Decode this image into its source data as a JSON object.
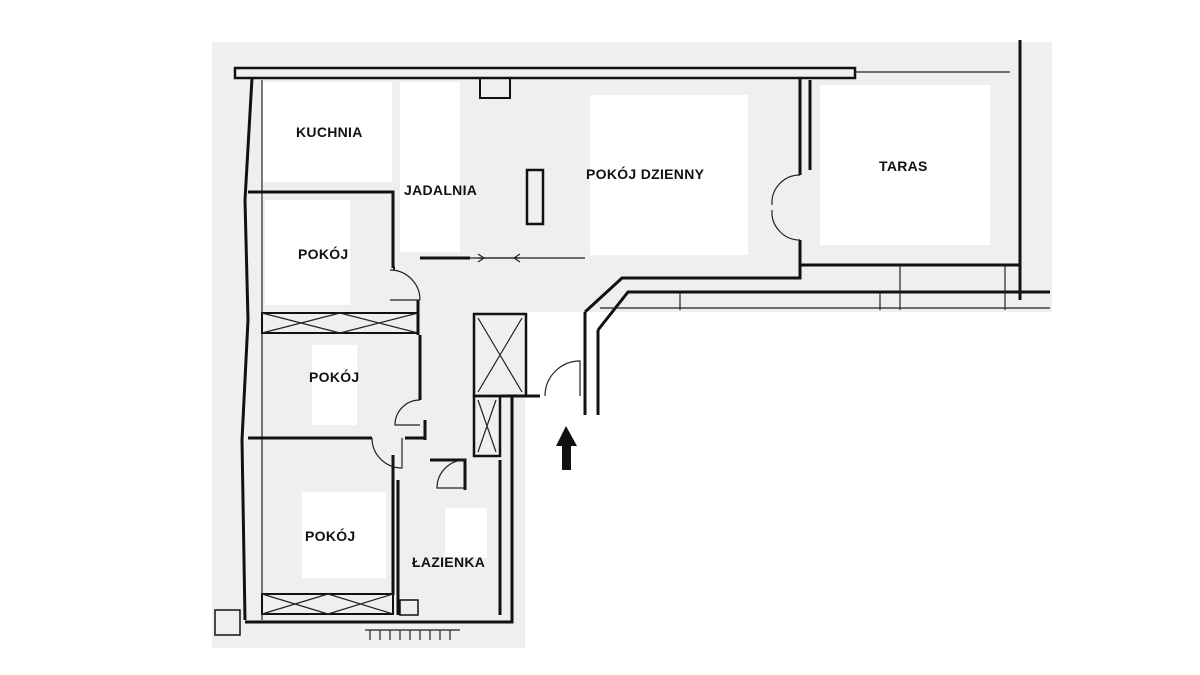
{
  "plan": {
    "rooms": {
      "kitchen": "KUCHNIA",
      "dining": "JADALNIA",
      "living": "POKÓJ DZIENNY",
      "terrace": "TARAS",
      "room1": "POKÓJ",
      "room2": "POKÓJ",
      "room3": "POKÓJ",
      "bathroom": "ŁAZIENKA"
    },
    "entrance_icon": "arrow-up-icon"
  }
}
